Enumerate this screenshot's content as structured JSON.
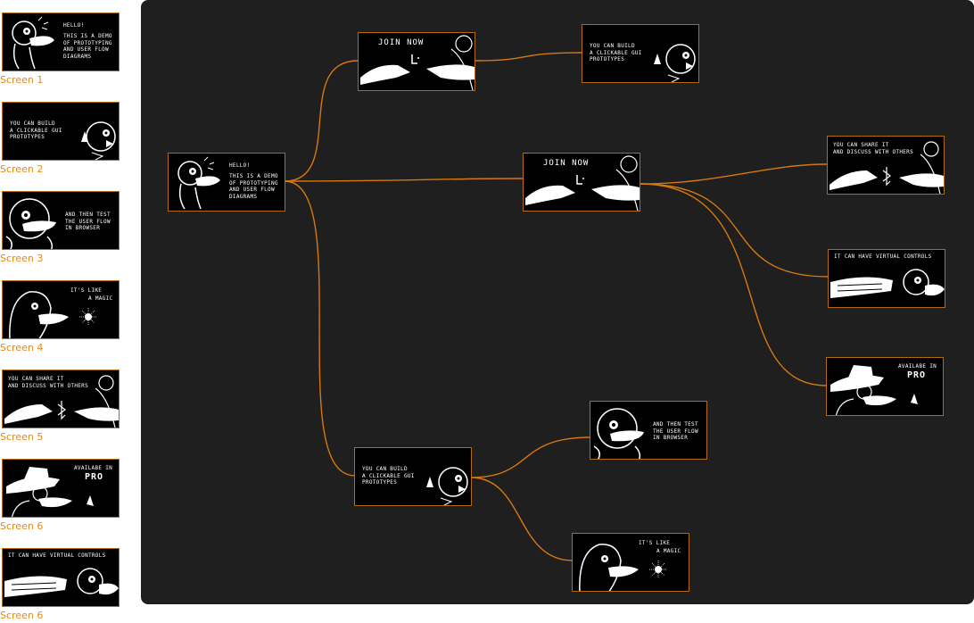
{
  "colors": {
    "accent": "#e08a18",
    "border": "#b56a10",
    "canvas": "#1f1f1f",
    "link": "#d4780f"
  },
  "texts": {
    "hello": "HELLO!",
    "demo": "THIS IS A DEMO\nOF PROTOTYPING\nAND USER FLOW\nDIAGRAMS",
    "build": "YOU CAN BUILD\nA CLICKABLE GUI\nPROTOTYPES",
    "test": "AND THEN TEST\nTHE USER FLOW\nIN BROWSER",
    "magic_1": "IT'S LIKE",
    "magic_2": "A MAGIC",
    "share": "YOU CAN SHARE IT\nAND DISCUSS WITH OTHERS",
    "pro_1": "AVAILABE IN",
    "pro_2": "PRO",
    "controls": "IT CAN HAVE VIRTUAL CONTROLS",
    "join": "JOIN NOW"
  },
  "sidebar": {
    "labels": [
      "Screen 1",
      "Screen 2",
      "Screen 3",
      "Screen 4",
      "Screen 5",
      "Screen 6",
      "Screen 6"
    ]
  }
}
